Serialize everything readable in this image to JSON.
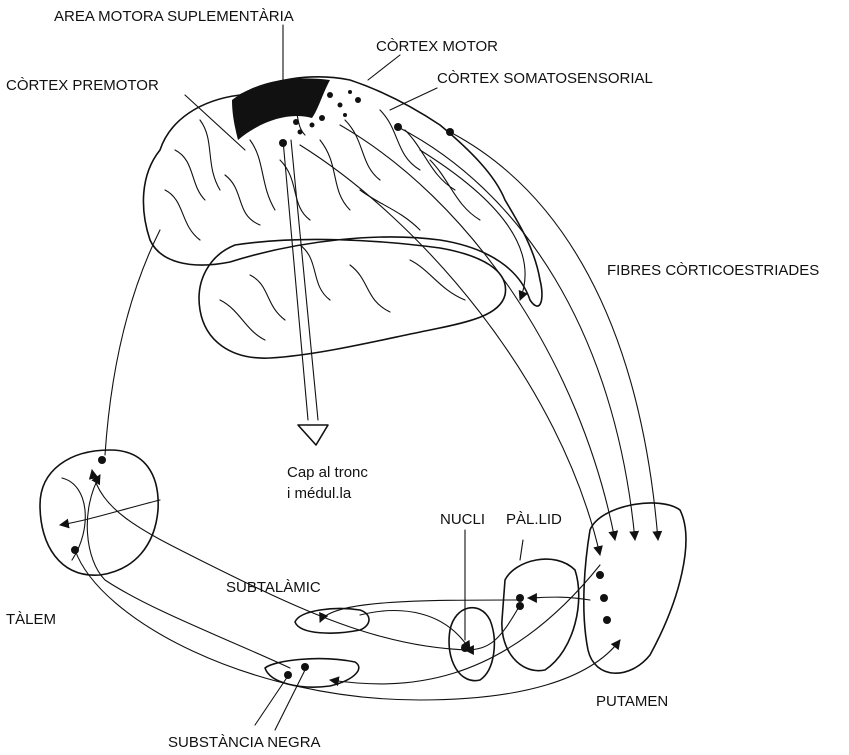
{
  "labels": {
    "sma": "AREA MOTORA SUPLEMENTÀRIA",
    "motor_cortex": "CÒRTEX MOTOR",
    "premotor_cortex": "CÒRTEX PREMOTOR",
    "somatosensory_cortex": "CÒRTEX SOMATOSENSORIAL",
    "corticostriatal_fibres": "FIBRES CÒRTICOESTRIADES",
    "descending_line1": "Cap al tronc",
    "descending_line2": "i médul.la",
    "caudate_nucleus": "NUCLI",
    "pallidum": "PÀL.LID",
    "subthalamic": "SUBTALÀMIC",
    "thalamus": "TÀLEM",
    "putamen": "PUTAMEN",
    "substantia_nigra": "SUBSTÀNCIA NEGRA"
  },
  "colors": {
    "ink": "#111111",
    "background": "#ffffff"
  }
}
